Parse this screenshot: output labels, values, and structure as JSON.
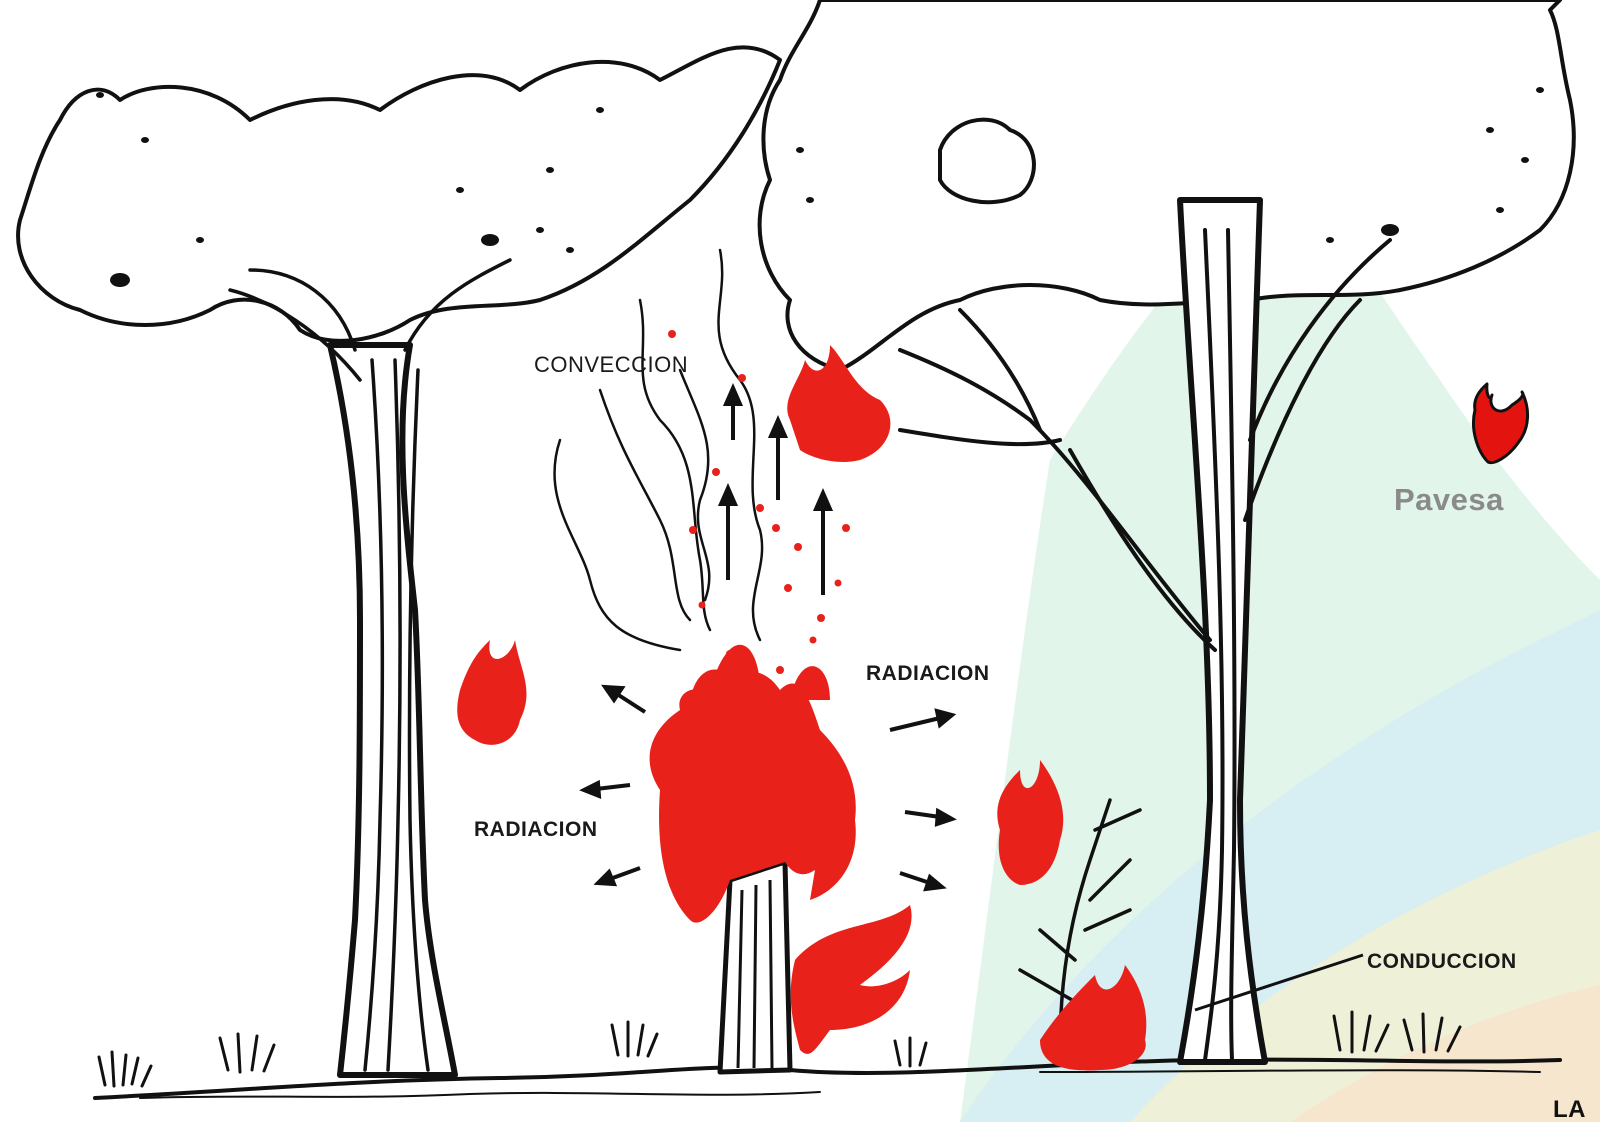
{
  "labels": {
    "convection": "CONVECCION",
    "radiation_right": "RADIACION",
    "radiation_left": "RADIACION",
    "conduction": "CONDUCCION",
    "ember": "Pavesa",
    "corner_fragment": "LA"
  },
  "colors": {
    "ink": "#111111",
    "flame": "#e8221b",
    "ember_icon": "#e3140f",
    "watermark_green": "#c9ecd8",
    "watermark_blue": "#cfe8f7",
    "watermark_yellow": "#fbf3c9",
    "watermark_orange": "#fde0c8",
    "ember_label": "#8a8a8a"
  },
  "icons": {
    "ember": "ember-flame-icon"
  }
}
